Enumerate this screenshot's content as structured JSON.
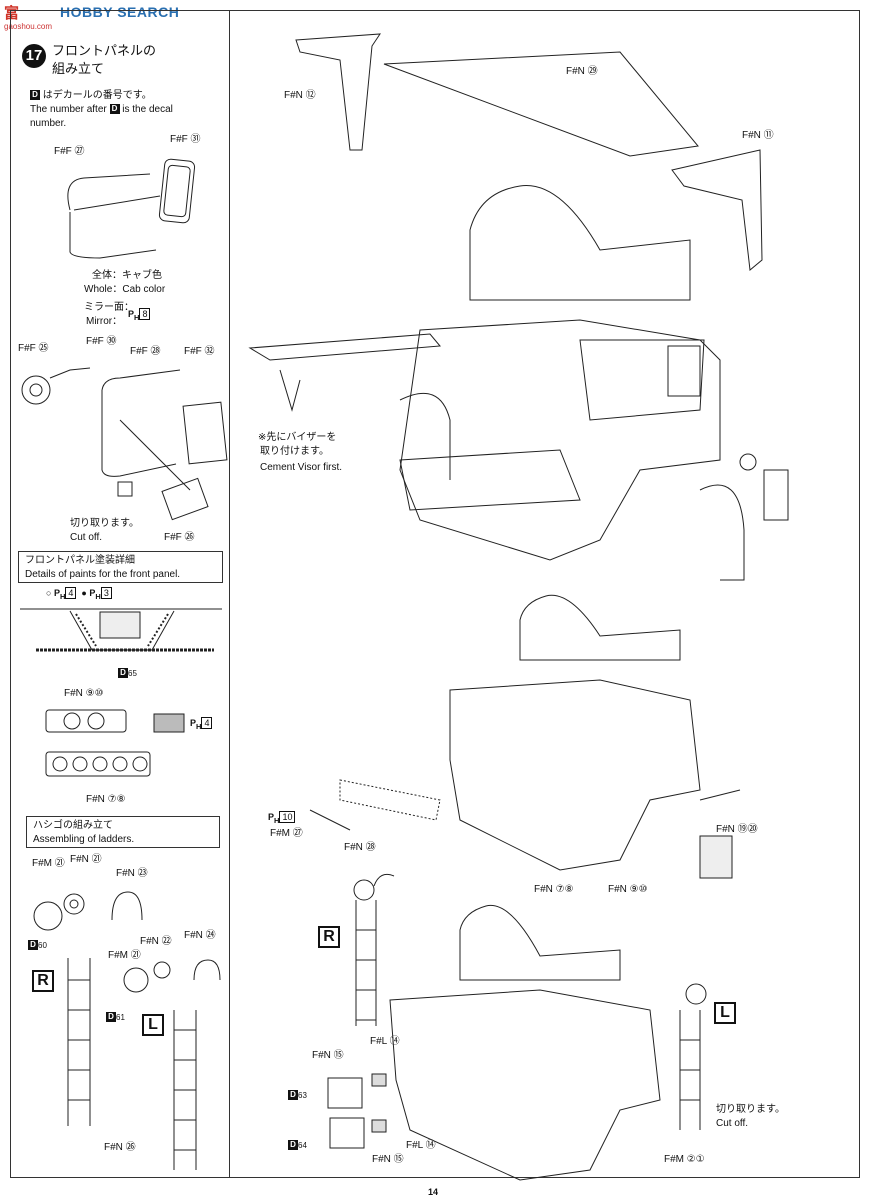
{
  "watermark": {
    "text": "HOBBY SEARCH",
    "left_glyph": "富",
    "left_sub": "gaoshou.com"
  },
  "page_number": "14",
  "step": {
    "number": "17",
    "title_line1": "フロントパネルの",
    "title_line2": "組み立て"
  },
  "decal_note": {
    "badge": "D",
    "jp": "はデカールの番号です。",
    "en_line1_pre": "The number after",
    "en_line1_post": "is the decal",
    "en_line2": "number."
  },
  "mirror_part_labels": {
    "ff27": "F#F ㉗",
    "ff31": "F#F ㉛",
    "ff25": "F#F ㉕",
    "ff30": "F#F ㉚",
    "ff28": "F#F ㉘",
    "ff32": "F#F ㉜",
    "ff26": "F#F ㉖"
  },
  "colors": {
    "whole_jp": "全体：キャブ色",
    "whole_en_label": "Whole：",
    "whole_en_value": "Cab color",
    "mirror_jp": "ミラー面：",
    "mirror_en": "Mirror：",
    "mirror_code": "P",
    "mirror_sub": "H",
    "mirror_num": "8"
  },
  "cutoff_1": {
    "jp": "切り取ります。",
    "en": "Cut off."
  },
  "paint_details": {
    "jp": "フロントパネル塗装詳細",
    "en": "Details of paints for the front panel.",
    "legend_open": "○",
    "legend_open_code": "P",
    "legend_open_sub": "H",
    "legend_open_num": "4",
    "legend_filled": "●",
    "legend_filled_code": "P",
    "legend_filled_sub": "H",
    "legend_filled_num": "3",
    "decal": "D",
    "decal_num": "65"
  },
  "lamps": {
    "fn910": "F#N ⑨⑩",
    "fn78": "F#N ⑦⑧",
    "swatch_code": "P",
    "swatch_sub": "H",
    "swatch_num": "4"
  },
  "ladder_title": {
    "jp": "ハシゴの組み立て",
    "en": "Assembling of ladders."
  },
  "ladder_labels": {
    "fm61a": "F#M ㉑",
    "fn21": "F#N ㉑",
    "fn23": "F#N ㉓",
    "d60": "60",
    "fn22": "F#N ㉒",
    "fn24": "F#N ㉔",
    "fm61b": "F#M ㉑",
    "d61": "61",
    "fn26": "F#N ㉖",
    "r": "R",
    "l": "L"
  },
  "main_labels": {
    "fn12": "F#N ⑫",
    "fn29": "F#N ㉙",
    "fn11": "F#N ⑪",
    "visor_jp1": "※先にバイザーを",
    "visor_jp2": "取り付けます。",
    "visor_en": "Cement Visor first.",
    "ph10": "10",
    "fm67": "F#M ㉗",
    "fn28": "F#N ㉘",
    "fn1920": "F#N ⑲⑳",
    "fn78b": "F#N ⑦⑧",
    "fn910b": "F#N ⑨⑩",
    "fn15a": "F#N ⑮",
    "fl14a": "F#L ⑭",
    "d63": "63",
    "d64": "64",
    "fl14b": "F#L ⑭",
    "fn15b": "F#N ⑮",
    "cut_jp": "切り取ります。",
    "cut_en": "Cut off.",
    "fm21": "F#M ②①",
    "r": "R",
    "l": "L"
  }
}
